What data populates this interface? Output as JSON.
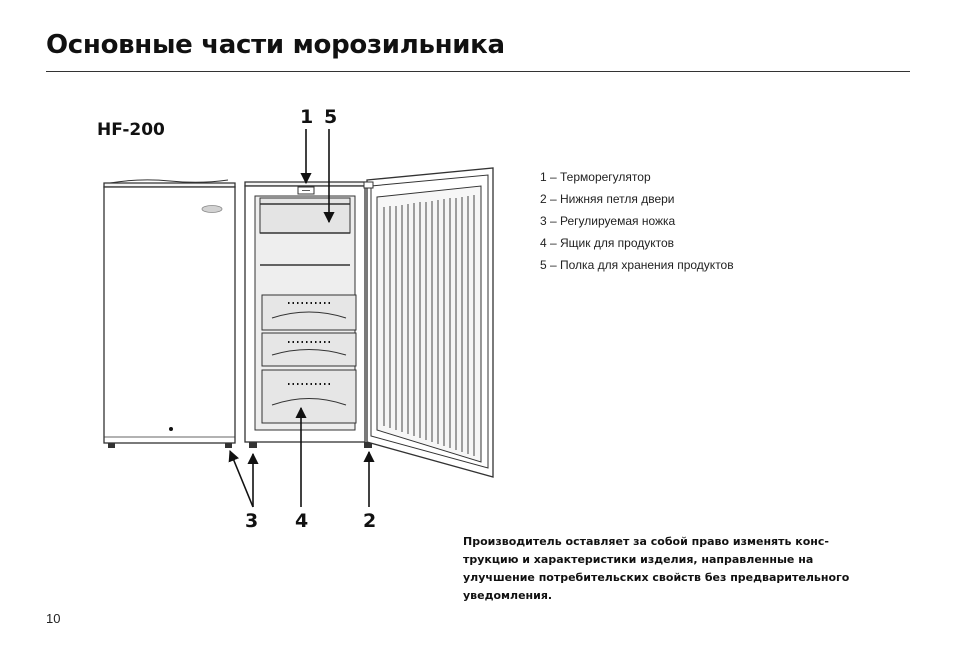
{
  "page": {
    "title": "Основные части морозильника",
    "model": "HF-200",
    "page_number": "10"
  },
  "callouts": {
    "c1": "1",
    "c5": "5",
    "c3": "3",
    "c4": "4",
    "c2": "2"
  },
  "legend": {
    "items": [
      "1 – Терморегулятор",
      "2 – Нижняя петля двери",
      "3 – Регулируемая ножка",
      "4 – Ящик для продуктов",
      "5 – Полка для хранения продуктов"
    ]
  },
  "note": {
    "lines": [
      "Производитель оставляет за собой право изменять конс-",
      "трукцию и характеристики изделия, направленные на",
      "улучшение потребительских свойств без предварительного",
      "уведомления."
    ]
  }
}
